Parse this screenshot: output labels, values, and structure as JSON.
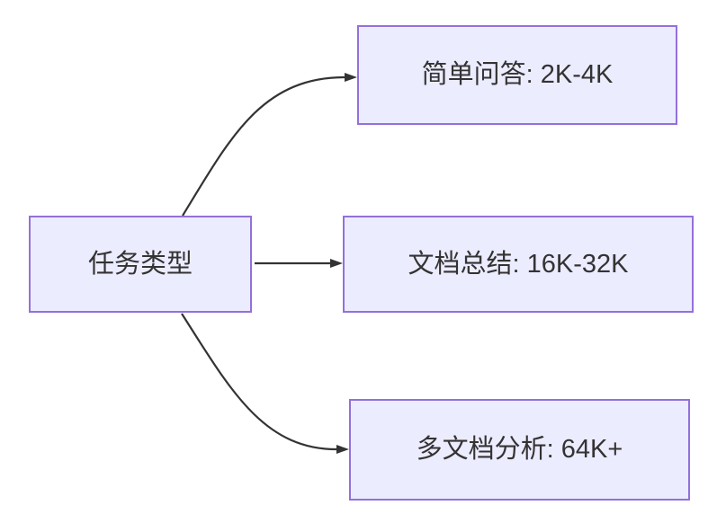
{
  "diagram": {
    "type": "flowchart",
    "direction": "left-to-right",
    "background_color": "#FFFFFF",
    "node_fill_color": "#ECECFF",
    "node_border_color": "#9370DB",
    "edge_color": "#333333",
    "text_color": "#333333",
    "root": {
      "label": "任务类型"
    },
    "branches": [
      {
        "label": "简单问答: 2K-4K"
      },
      {
        "label": "文档总结: 16K-32K"
      },
      {
        "label": "多文档分析: 64K+"
      }
    ]
  }
}
